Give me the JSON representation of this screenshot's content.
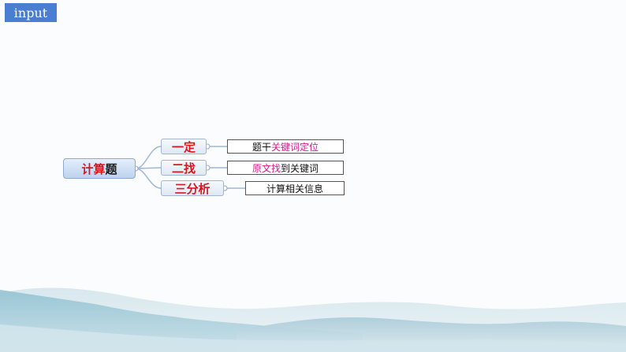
{
  "tag": {
    "label": "input"
  },
  "mindmap": {
    "root": {
      "highlight": "计算",
      "rest": "题"
    },
    "branches": [
      {
        "label": "一定",
        "leaf": {
          "before": "题干",
          "highlight": "关键词定位",
          "after": ""
        }
      },
      {
        "label": "二找",
        "leaf": {
          "before": "",
          "highlight": "原文找",
          "after": "到关键词"
        }
      },
      {
        "label": "三分析",
        "leaf": {
          "before": "计算相关信息",
          "highlight": "",
          "after": ""
        }
      }
    ]
  },
  "colors": {
    "branch_text": "#d9171f",
    "highlight": "#d9178c",
    "tag_bg": "#4a7ed0",
    "mountain": "#8fc0d0"
  }
}
